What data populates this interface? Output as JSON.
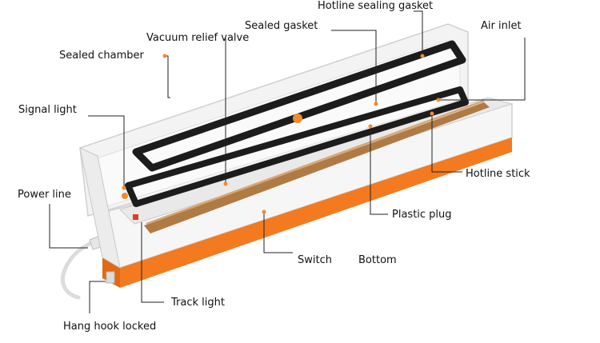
{
  "diagram": {
    "colors": {
      "body_white": "#f5f5f5",
      "body_orange": "#f47a1f",
      "gasket_black": "#1c1c1c",
      "heating_strip": "#b07a45",
      "leader_line": "#222222",
      "dot_orange": "#f28a2e"
    },
    "labels": {
      "hotline_sealing_gasket": "Hotline sealing gasket",
      "sealed_gasket": "Sealed gasket",
      "air_inlet": "Air inlet",
      "vacuum_relief_valve": "Vacuum relief valve",
      "sealed_chamber": "Sealed chamber",
      "signal_light": "Signal light",
      "power_line": "Power line",
      "hotline_stick": "Hotline stick",
      "plastic_plug": "Plastic plug",
      "switch": "Switch",
      "bottom": "Bottom",
      "track_light": "Track light",
      "hang_hook_locked": "Hang hook locked"
    }
  }
}
